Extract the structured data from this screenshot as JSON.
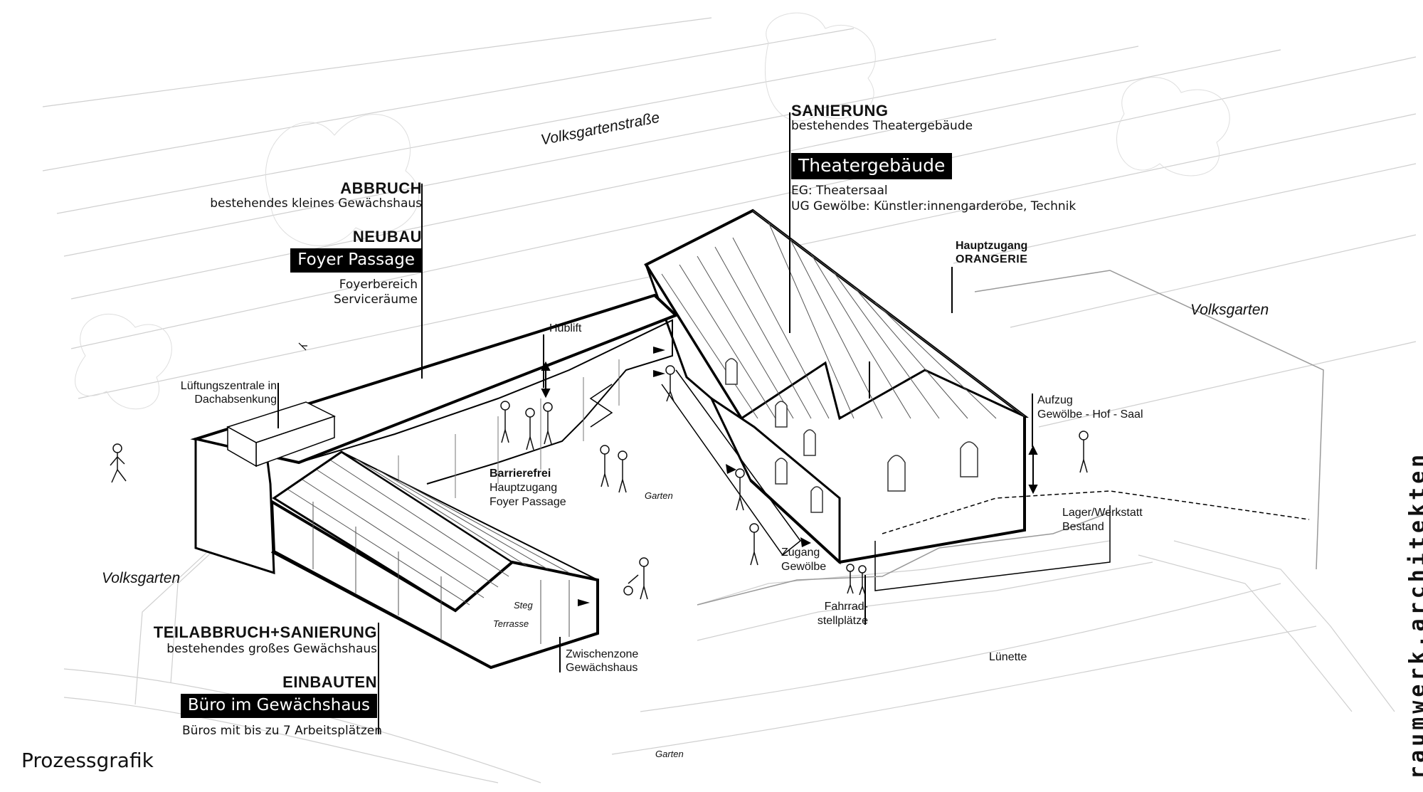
{
  "labels": {
    "street": "Volksgartenstraße",
    "volksgarten_left": "Volksgarten",
    "volksgarten_right": "Volksgarten",
    "sanierung_head": "SANIERUNG",
    "sanierung_sub": "bestehendes Theatergebäude",
    "theater_badge": "Theatergebäude",
    "theater_eg": "EG: Theatersaal",
    "theater_ug": "UG Gewölbe: Künstler:innengarderobe, Technik",
    "hauptzugang": "Hauptzugang",
    "orangerie": "ORANGERIE",
    "abbruch_head": "ABBRUCH",
    "abbruch_sub": "bestehendes kleines Gewächshaus",
    "neubau_head": "NEUBAU",
    "foyer_badge": "Foyer Passage",
    "foyer_line1": "Foyerbereich",
    "foyer_line2": "Serviceräume",
    "hublift": "Hublift",
    "lueftung_line1": "Lüftungszentrale in",
    "lueftung_line2": "Dachabsenkung",
    "barrierefrei": "Barrierefrei",
    "barriere_line2": "Hauptzugang",
    "barriere_line3": "Foyer Passage",
    "garten_mid": "Garten",
    "aufzug_line1": "Aufzug",
    "aufzug_line2": "Gewölbe - Hof - Saal",
    "lager_line1": "Lager/Werkstatt",
    "lager_line2": "Bestand",
    "zugang_line1": "Zugang",
    "zugang_line2": "Gewölbe",
    "fahrrad_line1": "Fahrrad-",
    "fahrrad_line2": "stellplätze",
    "luenette": "Lünette",
    "steg": "Steg",
    "terrasse": "Terrasse",
    "zwischen_line1": "Zwischenzone",
    "zwischen_line2": "Gewächshaus",
    "teil_head": "TEILABBRUCH+SANIERUNG",
    "teil_sub": "bestehendes großes Gewächshaus",
    "einbauten_head": "EINBAUTEN",
    "buero_badge": "Büro im Gewächshaus",
    "buero_sub": "Büros mit bis zu 7 Arbeitsplätzen",
    "garten_bottom": "Garten",
    "prozess": "Prozessgrafik",
    "brand": "raumwerk.architekten"
  },
  "colors": {
    "ink": "#000000",
    "background": "#ffffff",
    "context_line": "#c8c8c8",
    "badge_text": "#ffffff"
  },
  "icons": [
    "elevator-arrow-icon",
    "entrance-arrow-icon",
    "person-figure-icon",
    "bird-icon"
  ]
}
